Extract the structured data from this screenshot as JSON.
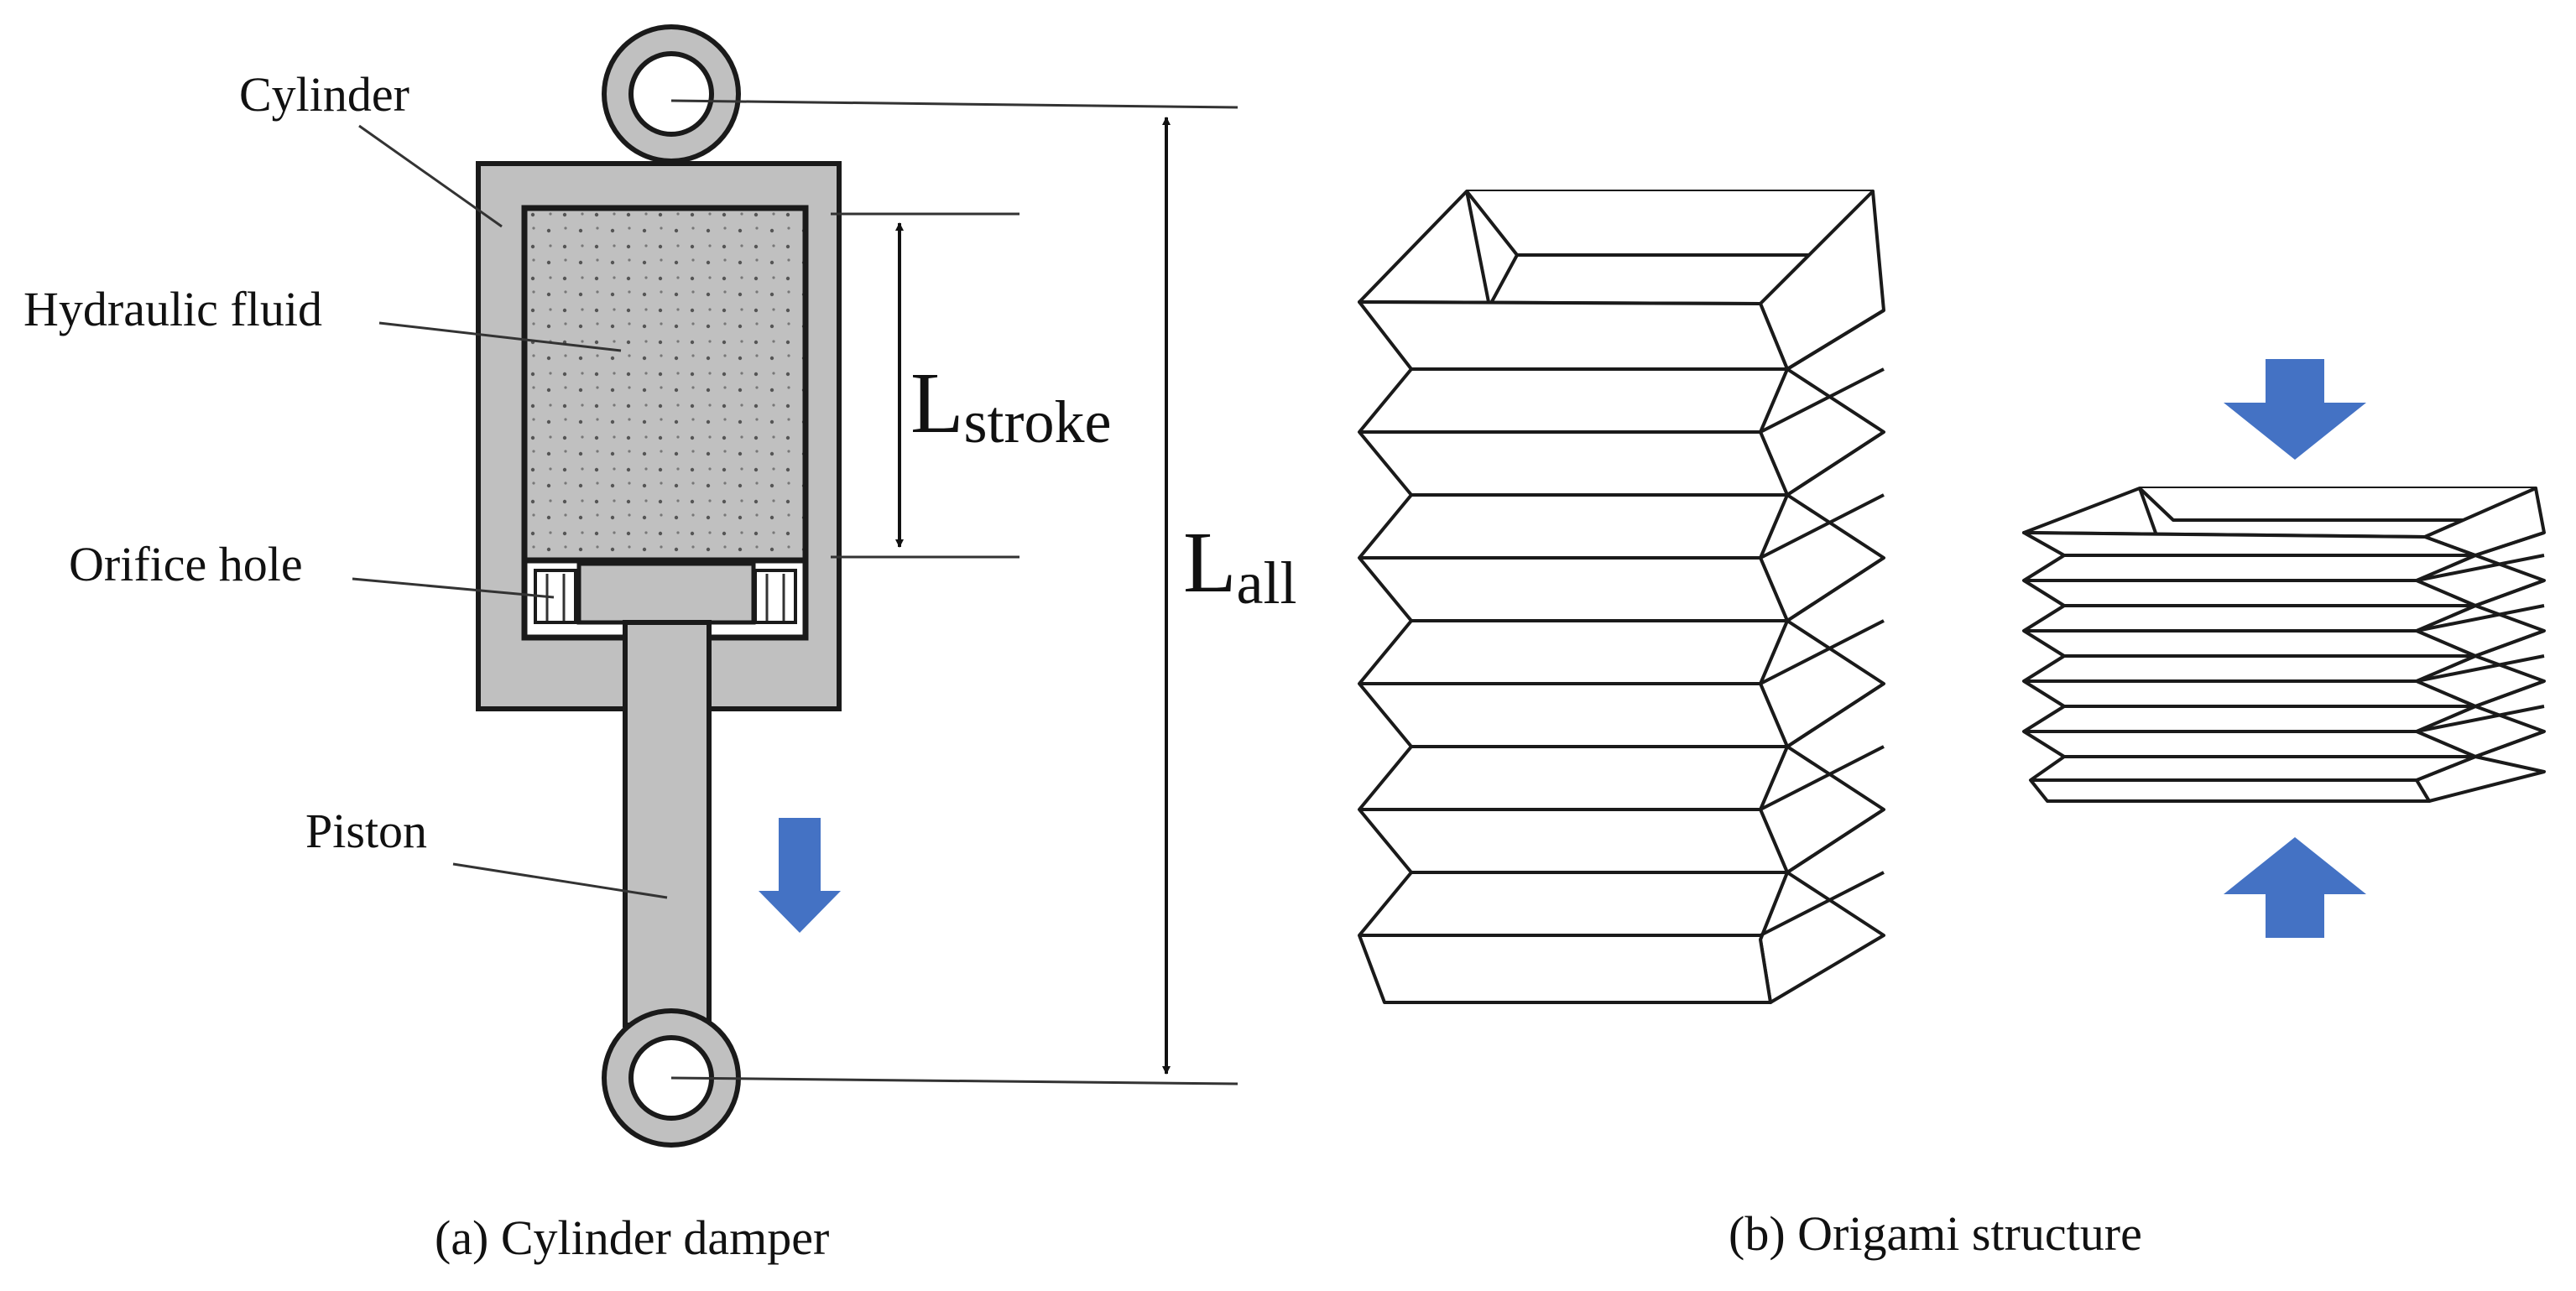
{
  "labels": {
    "cylinder": "Cylinder",
    "hydraulic_fluid": "Hydraulic fluid",
    "orifice_hole": "Orifice hole",
    "piston": "Piston",
    "l_stroke_main": "L",
    "l_stroke_sub": "stroke",
    "l_all_main": "L",
    "l_all_sub": "all"
  },
  "captions": {
    "a": "(a) Cylinder damper",
    "b": "(b) Origami structure"
  },
  "colors": {
    "cylinder_gray": "#c0c0c0",
    "outline": "#1a1a1a",
    "arrow_blue": "#4472c4",
    "background": "#ffffff"
  }
}
